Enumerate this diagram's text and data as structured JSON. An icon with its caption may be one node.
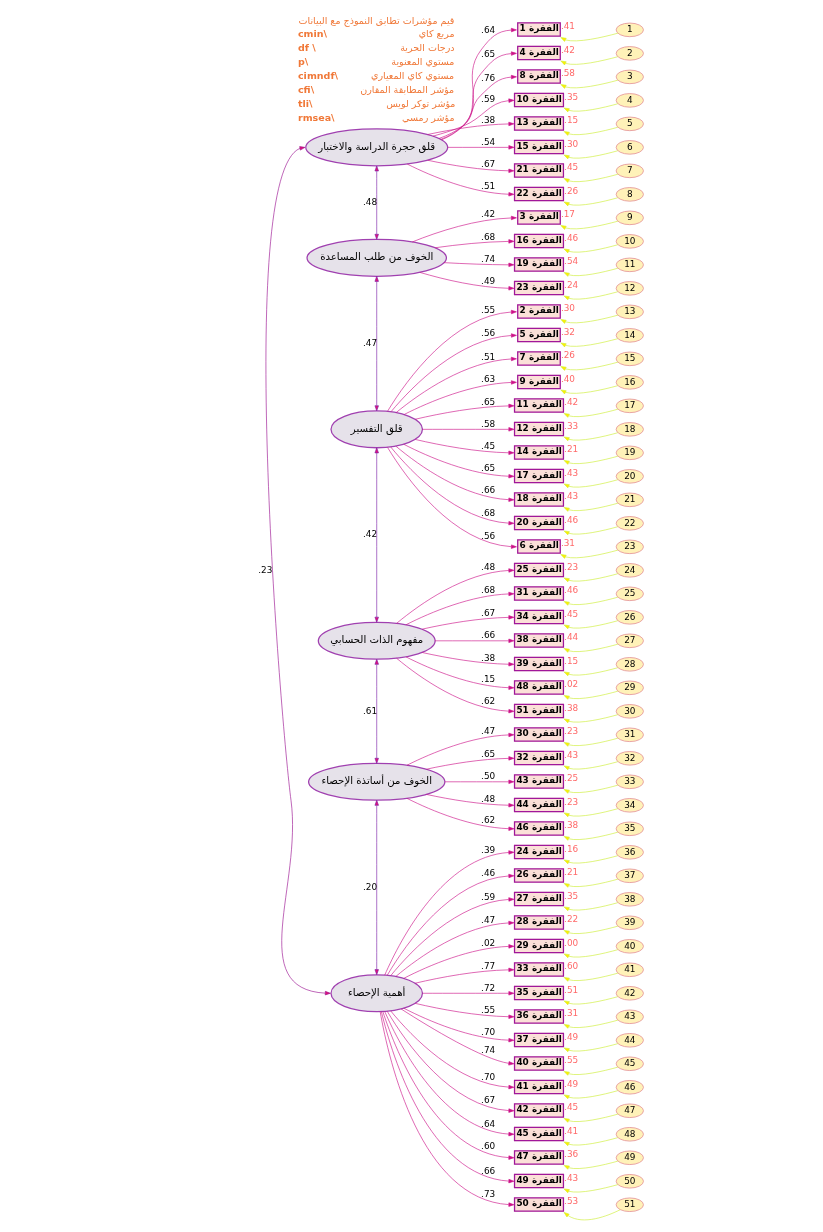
{
  "diagram": {
    "nodes": [
      {
        "text": [
          "قلق حجرة الدراسة والاختبار"
        ]
      },
      {
        "text": [
          "الخوف من طلب المساعدة"
        ]
      },
      {
        "text": [
          "قلق التفسير"
        ]
      },
      {
        "text": [
          "مفهوم الذات الحسابي"
        ]
      },
      {
        "text": [
          "الخوف من أساتذة الإحصاء"
        ]
      },
      {
        "text": [
          "أهمية الإحصاء"
        ]
      },
      {
        "text": [
          "الفقرة 1"
        ],
        "beside": [
          ".41"
        ]
      },
      {
        "text": [
          "الفقرة 4"
        ],
        "beside": [
          ".42"
        ]
      },
      {
        "text": [
          "الفقرة 8"
        ],
        "beside": [
          ".58"
        ]
      },
      {
        "text": [
          "الفقرة 10"
        ],
        "beside": [
          ".35"
        ]
      },
      {
        "text": [
          "الفقرة 13"
        ],
        "beside": [
          ".15"
        ]
      },
      {
        "text": [
          "الفقرة 15"
        ],
        "beside": [
          ".30"
        ]
      },
      {
        "text": [
          "الفقرة 21"
        ],
        "beside": [
          ".45"
        ]
      },
      {
        "text": [
          "الفقرة 22"
        ],
        "beside": [
          ".26"
        ]
      },
      {
        "text": [
          "الفقرة 3"
        ],
        "beside": [
          ".17"
        ]
      },
      {
        "text": [
          "الفقرة 16"
        ],
        "beside": [
          ".46"
        ]
      },
      {
        "text": [
          "الفقرة 19"
        ],
        "beside": [
          ".54"
        ]
      },
      {
        "text": [
          "الفقرة 23"
        ],
        "beside": [
          ".24"
        ]
      },
      {
        "text": [
          "الفقرة 2"
        ],
        "beside": [
          ".30"
        ]
      },
      {
        "text": [
          "الفقرة 5"
        ],
        "beside": [
          ".32"
        ]
      },
      {
        "text": [
          "الفقرة 7"
        ],
        "beside": [
          ".26"
        ]
      },
      {
        "text": [
          "الفقرة 9"
        ],
        "beside": [
          ".40"
        ]
      },
      {
        "text": [
          "الفقرة 11"
        ],
        "beside": [
          ".42"
        ]
      },
      {
        "text": [
          "الفقرة 12"
        ],
        "beside": [
          ".33"
        ]
      },
      {
        "text": [
          "الفقرة 14"
        ],
        "beside": [
          ".21"
        ]
      },
      {
        "text": [
          "الفقرة 17"
        ],
        "beside": [
          ".43"
        ]
      },
      {
        "text": [
          "الفقرة 18"
        ],
        "beside": [
          ".43"
        ]
      },
      {
        "text": [
          "الفقرة 20"
        ],
        "beside": [
          ".46"
        ]
      },
      {
        "text": [
          "الفقرة 6"
        ],
        "beside": [
          ".31"
        ]
      },
      {
        "text": [
          "الفقرة 25"
        ],
        "beside": [
          ".23"
        ]
      },
      {
        "text": [
          "الفقرة 31"
        ],
        "beside": [
          ".46"
        ]
      },
      {
        "text": [
          "الفقرة 34"
        ],
        "beside": [
          ".45"
        ]
      },
      {
        "text": [
          "الفقرة 38"
        ],
        "beside": [
          ".44"
        ]
      },
      {
        "text": [
          "الفقرة 39"
        ],
        "beside": [
          ".15"
        ]
      },
      {
        "text": [
          "الفقرة 48"
        ],
        "beside": [
          ".02"
        ]
      },
      {
        "text": [
          "الفقرة 51"
        ],
        "beside": [
          ".38"
        ]
      },
      {
        "text": [
          "الفقرة 30"
        ],
        "beside": [
          ".23"
        ]
      },
      {
        "text": [
          "الفقرة 32"
        ],
        "beside": [
          ".43"
        ]
      },
      {
        "text": [
          "الفقرة 43"
        ],
        "beside": [
          ".25"
        ]
      },
      {
        "text": [
          "الفقرة 44"
        ],
        "beside": [
          ".23"
        ]
      },
      {
        "text": [
          "الفقرة 46"
        ],
        "beside": [
          ".38"
        ]
      },
      {
        "text": [
          "الفقرة 24"
        ],
        "beside": [
          ".16"
        ]
      },
      {
        "text": [
          "الفقرة 26"
        ],
        "beside": [
          ".21"
        ]
      },
      {
        "text": [
          "الفقرة 27"
        ],
        "beside": [
          ".35"
        ]
      },
      {
        "text": [
          "الفقرة 28"
        ],
        "beside": [
          ".22"
        ]
      },
      {
        "text": [
          "الفقرة 29"
        ],
        "beside": [
          ".00"
        ]
      },
      {
        "text": [
          "الفقرة 33"
        ],
        "beside": [
          ".60"
        ]
      },
      {
        "text": [
          "الفقرة 35"
        ],
        "beside": [
          ".51"
        ]
      },
      {
        "text": [
          "الفقرة 36"
        ],
        "beside": [
          ".31"
        ]
      },
      {
        "text": [
          "الفقرة 37"
        ],
        "beside": [
          ".49"
        ]
      },
      {
        "text": [
          "الفقرة 40"
        ],
        "beside": [
          ".55"
        ]
      },
      {
        "text": [
          "الفقرة 41"
        ],
        "beside": [
          ".49"
        ]
      },
      {
        "text": [
          "الفقرة 42"
        ],
        "beside": [
          ".45"
        ]
      },
      {
        "text": [
          "الفقرة 45"
        ],
        "beside": [
          ".41"
        ]
      },
      {
        "text": [
          "الفقرة 47"
        ],
        "beside": [
          ".36"
        ]
      },
      {
        "text": [
          "الفقرة 49"
        ],
        "beside": [
          ".43"
        ]
      },
      {
        "text": [
          "الفقرة 50"
        ],
        "beside": [
          ".53"
        ]
      },
      {
        "text": [
          "1"
        ]
      },
      {
        "text": [
          "2"
        ]
      },
      {
        "text": [
          "3"
        ]
      },
      {
        "text": [
          "4"
        ]
      },
      {
        "text": [
          "5"
        ]
      },
      {
        "text": [
          "6"
        ]
      },
      {
        "text": [
          "7"
        ]
      },
      {
        "text": [
          "8"
        ]
      },
      {
        "text": [
          "9"
        ]
      },
      {
        "text": [
          "10"
        ]
      },
      {
        "text": [
          "11"
        ]
      },
      {
        "text": [
          "12"
        ]
      },
      {
        "text": [
          "13"
        ]
      },
      {
        "text": [
          "14"
        ]
      },
      {
        "text": [
          "15"
        ]
      },
      {
        "text": [
          "16"
        ]
      },
      {
        "text": [
          "17"
        ]
      },
      {
        "text": [
          "18"
        ]
      },
      {
        "text": [
          "19"
        ]
      },
      {
        "text": [
          "20"
        ]
      },
      {
        "text": [
          "21"
        ]
      },
      {
        "text": [
          "22"
        ]
      },
      {
        "text": [
          "23"
        ]
      },
      {
        "text": [
          "24"
        ]
      },
      {
        "text": [
          "25"
        ]
      },
      {
        "text": [
          "26"
        ]
      },
      {
        "text": [
          "27"
        ]
      },
      {
        "text": [
          "28"
        ]
      },
      {
        "text": [
          "29"
        ]
      },
      {
        "text": [
          "30"
        ]
      },
      {
        "text": [
          "31"
        ]
      },
      {
        "text": [
          "32"
        ]
      },
      {
        "text": [
          "33"
        ]
      },
      {
        "text": [
          "34"
        ]
      },
      {
        "text": [
          "35"
        ]
      },
      {
        "text": [
          "36"
        ]
      },
      {
        "text": [
          "37"
        ]
      },
      {
        "text": [
          "38"
        ]
      },
      {
        "text": [
          "39"
        ]
      },
      {
        "text": [
          "40"
        ]
      },
      {
        "text": [
          "41"
        ]
      },
      {
        "text": [
          "42"
        ]
      },
      {
        "text": [
          "43"
        ]
      },
      {
        "text": [
          "44"
        ]
      },
      {
        "text": [
          "45"
        ]
      },
      {
        "text": [
          "46"
        ]
      },
      {
        "text": [
          "47"
        ]
      },
      {
        "text": [
          "48"
        ]
      },
      {
        "text": [
          "49"
        ]
      },
      {
        "text": [
          "50"
        ]
      },
      {
        "text": [
          "51"
        ]
      }
    ],
    "edges": [
      {
        "from": 0,
        "to": 6,
        "arrow": "to",
        "label": ".64"
      },
      {
        "from": 0,
        "to": 7,
        "arrow": "to",
        "label": ".65"
      },
      {
        "from": 0,
        "to": 8,
        "arrow": "to",
        "label": ".76"
      },
      {
        "from": 0,
        "to": 9,
        "arrow": "to",
        "label": ".59"
      },
      {
        "from": 0,
        "to": 10,
        "arrow": "to",
        "label": ".38"
      },
      {
        "from": 0,
        "to": 11,
        "arrow": "to",
        "label": ".54"
      },
      {
        "from": 0,
        "to": 12,
        "arrow": "to",
        "label": ".67"
      },
      {
        "from": 0,
        "to": 13,
        "arrow": "to",
        "label": ".51"
      },
      {
        "from": 1,
        "to": 14,
        "arrow": "to",
        "label": ".42"
      },
      {
        "from": 1,
        "to": 15,
        "arrow": "to",
        "label": ".68"
      },
      {
        "from": 1,
        "to": 16,
        "arrow": "to",
        "label": ".74"
      },
      {
        "from": 1,
        "to": 17,
        "arrow": "to",
        "label": ".49"
      },
      {
        "from": 2,
        "to": 18,
        "arrow": "to",
        "label": ".55"
      },
      {
        "from": 2,
        "to": 19,
        "arrow": "to",
        "label": ".56"
      },
      {
        "from": 2,
        "to": 20,
        "arrow": "to",
        "label": ".51"
      },
      {
        "from": 2,
        "to": 21,
        "arrow": "to",
        "label": ".63"
      },
      {
        "from": 2,
        "to": 22,
        "arrow": "to",
        "label": ".65"
      },
      {
        "from": 2,
        "to": 23,
        "arrow": "to",
        "label": ".58"
      },
      {
        "from": 2,
        "to": 24,
        "arrow": "to",
        "label": ".45"
      },
      {
        "from": 2,
        "to": 25,
        "arrow": "to",
        "label": ".65"
      },
      {
        "from": 2,
        "to": 26,
        "arrow": "to",
        "label": ".66"
      },
      {
        "from": 2,
        "to": 27,
        "arrow": "to",
        "label": ".68"
      },
      {
        "from": 2,
        "to": 28,
        "arrow": "to",
        "label": ".56"
      },
      {
        "from": 3,
        "to": 29,
        "arrow": "to",
        "label": ".48"
      },
      {
        "from": 3,
        "to": 30,
        "arrow": "to",
        "label": ".68"
      },
      {
        "from": 3,
        "to": 31,
        "arrow": "to",
        "label": ".67"
      },
      {
        "from": 3,
        "to": 32,
        "arrow": "to",
        "label": ".66"
      },
      {
        "from": 3,
        "to": 33,
        "arrow": "to",
        "label": ".38"
      },
      {
        "from": 3,
        "to": 34,
        "arrow": "to",
        "label": ".15"
      },
      {
        "from": 3,
        "to": 35,
        "arrow": "to",
        "label": ".62"
      },
      {
        "from": 4,
        "to": 36,
        "arrow": "to",
        "label": ".47"
      },
      {
        "from": 4,
        "to": 37,
        "arrow": "to",
        "label": ".65"
      },
      {
        "from": 4,
        "to": 38,
        "arrow": "to",
        "label": ".50"
      },
      {
        "from": 4,
        "to": 39,
        "arrow": "to",
        "label": ".48"
      },
      {
        "from": 4,
        "to": 40,
        "arrow": "to",
        "label": ".62"
      },
      {
        "from": 5,
        "to": 41,
        "arrow": "to",
        "label": ".39"
      },
      {
        "from": 5,
        "to": 42,
        "arrow": "to",
        "label": ".46"
      },
      {
        "from": 5,
        "to": 43,
        "arrow": "to",
        "label": ".59"
      },
      {
        "from": 5,
        "to": 44,
        "arrow": "to",
        "label": ".47"
      },
      {
        "from": 5,
        "to": 45,
        "arrow": "to",
        "label": ".02"
      },
      {
        "from": 5,
        "to": 46,
        "arrow": "to",
        "label": ".77"
      },
      {
        "from": 5,
        "to": 47,
        "arrow": "to",
        "label": ".72"
      },
      {
        "from": 5,
        "to": 48,
        "arrow": "to",
        "label": ".55"
      },
      {
        "from": 5,
        "to": 49,
        "arrow": "to",
        "label": ".70"
      },
      {
        "from": 5,
        "to": 50,
        "arrow": "to",
        "label": ".74"
      },
      {
        "from": 5,
        "to": 51,
        "arrow": "to",
        "label": ".70"
      },
      {
        "from": 5,
        "to": 52,
        "arrow": "to",
        "label": ".67"
      },
      {
        "from": 5,
        "to": 53,
        "arrow": "to",
        "label": ".64"
      },
      {
        "from": 5,
        "to": 54,
        "arrow": "to",
        "label": ".60"
      },
      {
        "from": 5,
        "to": 55,
        "arrow": "to",
        "label": ".66"
      },
      {
        "from": 5,
        "to": 56,
        "arrow": "to",
        "label": ".73"
      },
      {
        "from": 57,
        "to": 6,
        "arrow": "to",
        "color": "#ccee33"
      },
      {
        "from": 58,
        "to": 7,
        "arrow": "to",
        "color": "#ccee33"
      },
      {
        "from": 59,
        "to": 8,
        "arrow": "to",
        "color": "#ccee33"
      },
      {
        "from": 60,
        "to": 9,
        "arrow": "to",
        "color": "#ccee33"
      },
      {
        "from": 61,
        "to": 10,
        "arrow": "to",
        "color": "#ccee33"
      },
      {
        "from": 62,
        "to": 11,
        "arrow": "to",
        "color": "#ccee33"
      },
      {
        "from": 63,
        "to": 12,
        "arrow": "to",
        "color": "#ccee33"
      },
      {
        "from": 64,
        "to": 13,
        "arrow": "to",
        "color": "#ccee33"
      },
      {
        "from": 65,
        "to": 14,
        "arrow": "to",
        "color": "#ccee33"
      },
      {
        "from": 66,
        "to": 15,
        "arrow": "to",
        "color": "#ccee33"
      },
      {
        "from": 67,
        "to": 16,
        "arrow": "to",
        "color": "#ccee33"
      },
      {
        "from": 68,
        "to": 17,
        "arrow": "to",
        "color": "#ccee33"
      },
      {
        "from": 69,
        "to": 18,
        "arrow": "to",
        "color": "#ccee33"
      },
      {
        "from": 70,
        "to": 19,
        "arrow": "to",
        "color": "#ccee33"
      },
      {
        "from": 71,
        "to": 20,
        "arrow": "to",
        "color": "#ccee33"
      },
      {
        "from": 72,
        "to": 21,
        "arrow": "to",
        "color": "#ccee33"
      },
      {
        "from": 73,
        "to": 22,
        "arrow": "to",
        "color": "#ccee33"
      },
      {
        "from": 74,
        "to": 23,
        "arrow": "to",
        "color": "#ccee33"
      },
      {
        "from": 75,
        "to": 24,
        "arrow": "to",
        "color": "#ccee33"
      },
      {
        "from": 76,
        "to": 25,
        "arrow": "to",
        "color": "#ccee33"
      },
      {
        "from": 77,
        "to": 26,
        "arrow": "to",
        "color": "#ccee33"
      },
      {
        "from": 78,
        "to": 27,
        "arrow": "to",
        "color": "#ccee33"
      },
      {
        "from": 79,
        "to": 28,
        "arrow": "to",
        "color": "#ccee33"
      },
      {
        "from": 80,
        "to": 29,
        "arrow": "to",
        "color": "#ccee33"
      },
      {
        "from": 81,
        "to": 30,
        "arrow": "to",
        "color": "#ccee33"
      },
      {
        "from": 82,
        "to": 31,
        "arrow": "to",
        "color": "#ccee33"
      },
      {
        "from": 83,
        "to": 32,
        "arrow": "to",
        "color": "#ccee33"
      },
      {
        "from": 84,
        "to": 33,
        "arrow": "to",
        "color": "#ccee33"
      },
      {
        "from": 85,
        "to": 34,
        "arrow": "to",
        "color": "#ccee33"
      },
      {
        "from": 86,
        "to": 35,
        "arrow": "to",
        "color": "#ccee33"
      },
      {
        "from": 87,
        "to": 36,
        "arrow": "to",
        "color": "#ccee33"
      },
      {
        "from": 88,
        "to": 37,
        "arrow": "to",
        "color": "#ccee33"
      },
      {
        "from": 89,
        "to": 38,
        "arrow": "to",
        "color": "#ccee33"
      },
      {
        "from": 90,
        "to": 39,
        "arrow": "to",
        "color": "#ccee33"
      },
      {
        "from": 91,
        "to": 40,
        "arrow": "to",
        "color": "#ccee33"
      },
      {
        "from": 92,
        "to": 41,
        "arrow": "to",
        "color": "#ccee33"
      },
      {
        "from": 93,
        "to": 42,
        "arrow": "to",
        "color": "#ccee33"
      },
      {
        "from": 94,
        "to": 43,
        "arrow": "to",
        "color": "#ccee33"
      },
      {
        "from": 95,
        "to": 44,
        "arrow": "to",
        "color": "#ccee33"
      },
      {
        "from": 96,
        "to": 45,
        "arrow": "to",
        "color": "#ccee33"
      },
      {
        "from": 97,
        "to": 46,
        "arrow": "to",
        "color": "#ccee33"
      },
      {
        "from": 98,
        "to": 47,
        "arrow": "to",
        "color": "#ccee33"
      },
      {
        "from": 99,
        "to": 48,
        "arrow": "to",
        "color": "#ccee33"
      },
      {
        "from": 100,
        "to": 49,
        "arrow": "to",
        "color": "#ccee33"
      },
      {
        "from": 101,
        "to": 50,
        "arrow": "to",
        "color": "#ccee33"
      },
      {
        "from": 102,
        "to": 51,
        "arrow": "to",
        "color": "#ccee33"
      },
      {
        "from": 103,
        "to": 52,
        "arrow": "to",
        "color": "#ccee33"
      },
      {
        "from": 104,
        "to": 53,
        "arrow": "to",
        "color": "#ccee33"
      },
      {
        "from": 105,
        "to": 54,
        "arrow": "to",
        "color": "#ccee33"
      },
      {
        "from": 106,
        "to": 55,
        "arrow": "to",
        "color": "#ccee33"
      },
      {
        "from": 107,
        "to": 56,
        "arrow": "to",
        "color": "#ccee33"
      },
      {
        "from": 0,
        "to": 1,
        "arrow": "both",
        "label": ".48",
        "color": "#7a1fa8"
      },
      {
        "from": 1,
        "to": 2,
        "arrow": "both",
        "label": ".47",
        "color": "#7a1fa8"
      },
      {
        "from": 2,
        "to": 3,
        "arrow": "both",
        "label": ".42",
        "color": "#7a1fa8"
      },
      {
        "from": 3,
        "to": 4,
        "arrow": "both",
        "label": ".61",
        "color": "#7a1fa8"
      },
      {
        "from": 4,
        "to": 5,
        "arrow": "both",
        "label": ".20",
        "color": "#7a1fa8"
      },
      {
        "from": 0,
        "to": 5,
        "arrow": "both",
        "label": ".23",
        "color": "#9a1090"
      }
    ],
    "labels": [
      "قيم مؤشرات تطابق النموذج مع البيانات",
      "cmin\\",
      "مربع كاي",
      "df \\",
      "درجات الحرية",
      "p\\",
      "مستوي المعنوية",
      "cimndf\\",
      "مستوي كاي المعياري",
      "cfi\\",
      "مؤشر المطابقة المقارن",
      "tli\\",
      "مؤشر توكر لويس",
      "rmsea\\",
      "مؤشر رمسي"
    ]
  }
}
